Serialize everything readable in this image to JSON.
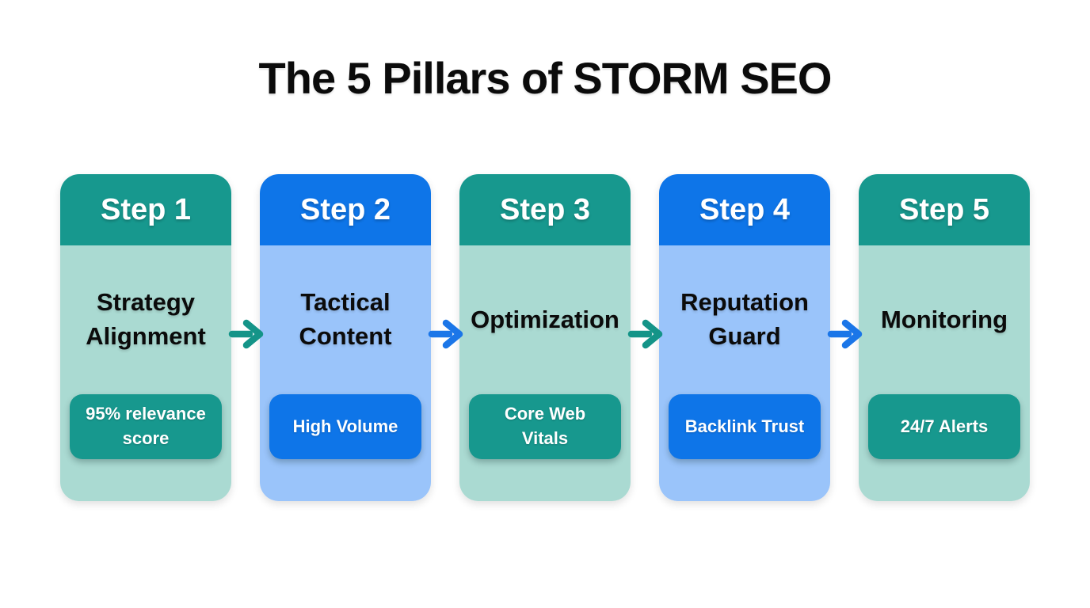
{
  "title": "The 5 Pillars of STORM SEO",
  "colors": {
    "background": "#ffffff",
    "text_dark": "#0b0b0b",
    "teal": "#17988e",
    "teal_light": "#aadad2",
    "blue": "#0e75e8",
    "blue_light": "#9ac4fa",
    "arrow_teal": "#149488",
    "arrow_blue": "#1b76e8"
  },
  "steps": [
    {
      "step_label": "Step 1",
      "title": "Strategy Alignment",
      "title_lines": [
        "Strategy",
        "Alignment"
      ],
      "badge": "95% relevance score",
      "badge_lines": [
        "95% relevance",
        "score"
      ],
      "theme": "teal"
    },
    {
      "step_label": "Step 2",
      "title": "Tactical Content",
      "title_lines": [
        "Tactical",
        "Content"
      ],
      "badge": "High Volume",
      "badge_lines": [
        "High Volume"
      ],
      "theme": "blue"
    },
    {
      "step_label": "Step 3",
      "title": "Optimization",
      "title_lines": [
        "Optimization"
      ],
      "badge": "Core Web Vitals",
      "badge_lines": [
        "Core Web",
        "Vitals"
      ],
      "theme": "teal"
    },
    {
      "step_label": "Step 4",
      "title": "Reputation Guard",
      "title_lines": [
        "Reputation",
        "Guard"
      ],
      "badge": "Backlink Trust",
      "badge_lines": [
        "Backlink Trust"
      ],
      "theme": "blue"
    },
    {
      "step_label": "Step 5",
      "title": "Monitoring",
      "title_lines": [
        "Monitoring"
      ],
      "badge": "24/7 Alerts",
      "badge_lines": [
        "24/7 Alerts"
      ],
      "theme": "teal"
    }
  ],
  "arrows": [
    {
      "direction": "right",
      "color": "teal"
    },
    {
      "direction": "right",
      "color": "blue"
    },
    {
      "direction": "right",
      "color": "teal"
    },
    {
      "direction": "right",
      "color": "blue"
    }
  ]
}
